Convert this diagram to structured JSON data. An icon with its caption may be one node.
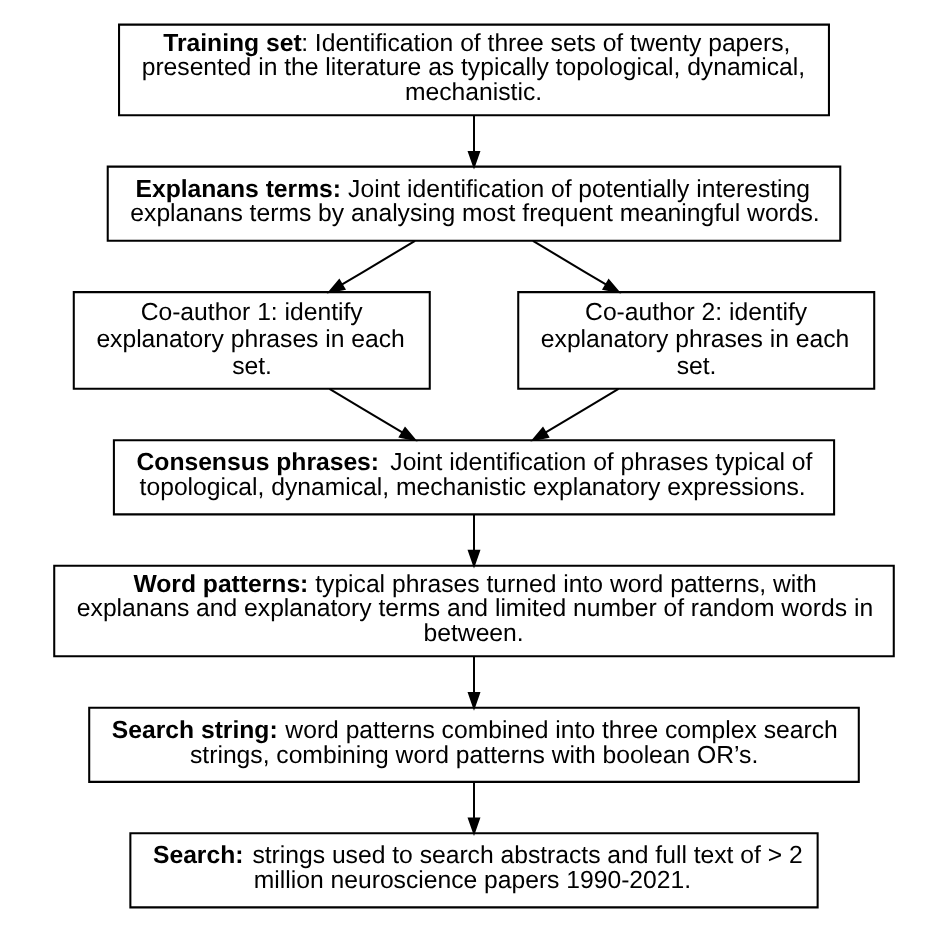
{
  "diagram": {
    "nodes": [
      {
        "text": [
          "**Training set**: Identification of three sets of twenty papers, presented in the literature as typically topological, dynamical, mechanistic."
        ]
      },
      {
        "text": [
          "**Explanans terms:** Joint identification of potentially interesting explanans terms by analysing most frequent meaningful words."
        ]
      },
      {
        "text": [
          "Co-author 1: identify explanatory phrases in each set."
        ]
      },
      {
        "text": [
          "Co-author 2: identify explanatory phrases in each set."
        ]
      },
      {
        "text": [
          "**Consensus phrases:** Joint identification of phrases typical of topological, dynamical, mechanistic explanatory expressions."
        ]
      },
      {
        "text": [
          "**Word patterns:** typical phrases turned into word patterns, with explanans and explanatory terms and limited number of random words in between."
        ]
      },
      {
        "text": [
          "**Search string:** word patterns combined into three complex search strings, combining word patterns with boolean OR’s."
        ]
      },
      {
        "text": [
          "**Search:** strings used to search abstracts and full text of > 2 million neuroscience papers 1990-2021."
        ]
      }
    ],
    "edges": [
      {
        "from": 0,
        "to": 1,
        "arrow": "to"
      },
      {
        "from": 1,
        "to": 2,
        "arrow": "to"
      },
      {
        "from": 1,
        "to": 3,
        "arrow": "to"
      },
      {
        "from": 2,
        "to": 4,
        "arrow": "to"
      },
      {
        "from": 3,
        "to": 4,
        "arrow": "to"
      },
      {
        "from": 4,
        "to": 5,
        "arrow": "to"
      },
      {
        "from": 5,
        "to": 6,
        "arrow": "to"
      },
      {
        "from": 6,
        "to": 7,
        "arrow": "to"
      }
    ]
  }
}
